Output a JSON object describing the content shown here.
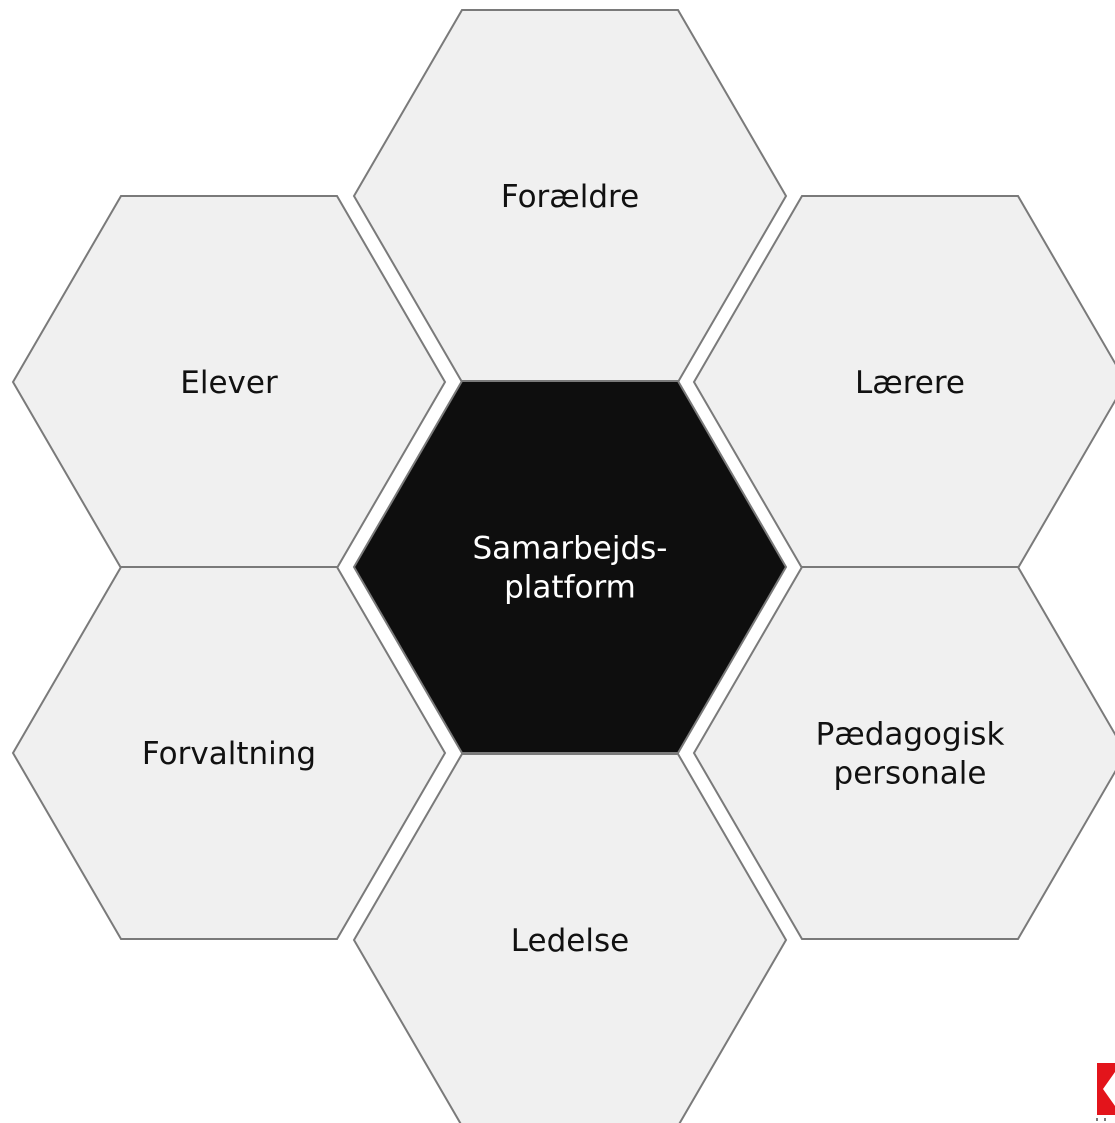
{
  "diagram": {
    "center": {
      "lines": [
        "Samarbejds-",
        "platform"
      ],
      "color": "#0e0e0e",
      "text_color": "#ffffff"
    },
    "hexagons": [
      {
        "id": "foraeldre",
        "lines": [
          "Forældre"
        ]
      },
      {
        "id": "elever",
        "lines": [
          "Elever"
        ]
      },
      {
        "id": "laerere",
        "lines": [
          "Lærere"
        ]
      },
      {
        "id": "forvaltning",
        "lines": [
          "Forvaltning"
        ]
      },
      {
        "id": "paedagogisk-personale",
        "lines": [
          "Pædagogisk",
          "personale"
        ]
      },
      {
        "id": "ledelse",
        "lines": [
          "Ledelse"
        ]
      }
    ],
    "outer_fill": "#f0f0f0",
    "stroke": "#7a7a7a"
  },
  "logo": {
    "color": "#e3141b"
  }
}
